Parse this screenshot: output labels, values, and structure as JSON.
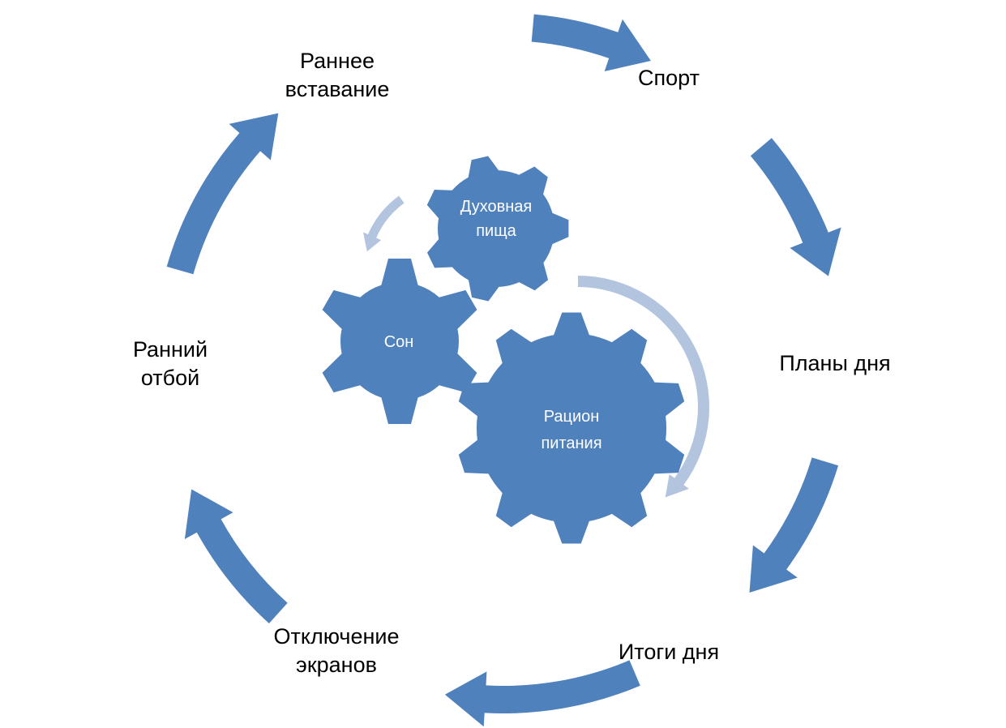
{
  "cycle": {
    "early_rising": [
      "Раннее",
      "вставание"
    ],
    "sport": [
      "Спорт"
    ],
    "day_plans": [
      "Планы дня"
    ],
    "day_results": [
      "Итоги дня"
    ],
    "screens_off": [
      "Отключение",
      "экранов"
    ],
    "early_bedtime": [
      "Ранний",
      "отбой"
    ]
  },
  "gears": {
    "spiritual_food": [
      "Духовная",
      "пища"
    ],
    "sleep": [
      "Сон"
    ],
    "diet": [
      "Рацион",
      "питания"
    ]
  },
  "colors": {
    "primary": "#4F81BD",
    "secondary": "#B3C4DF",
    "text": "#000000",
    "gear_text": "#FFFFFF"
  },
  "icons": {
    "outer_arrows": "curved-arrow-icon",
    "inner_arrows": "curved-arrow-icon",
    "gears": "gear-icon"
  }
}
